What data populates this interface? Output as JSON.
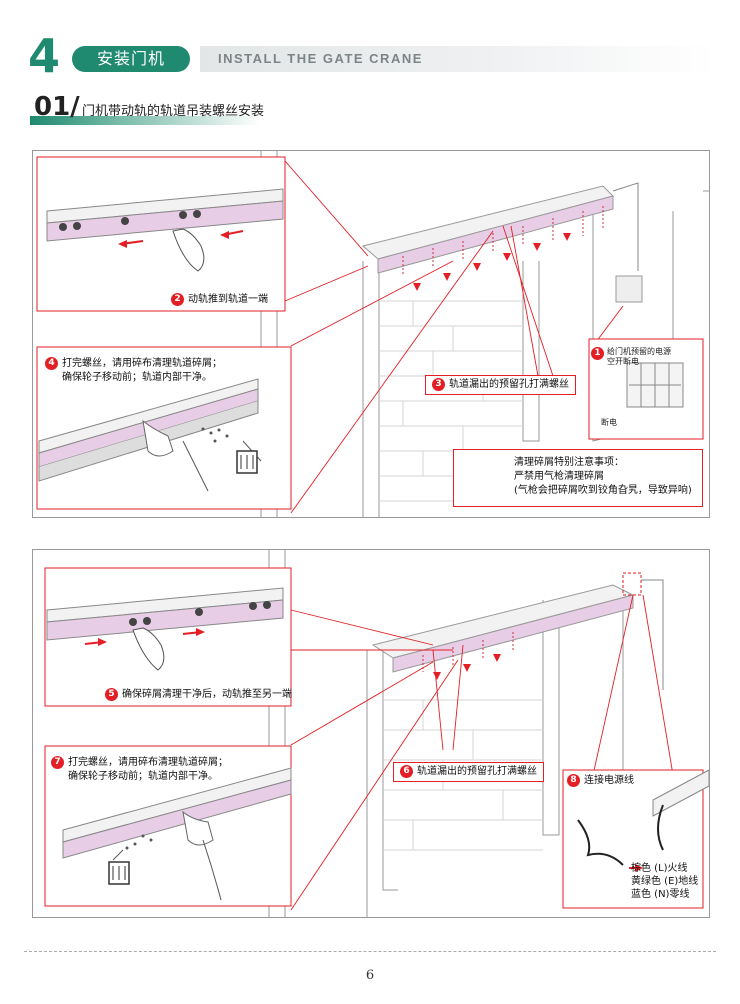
{
  "header": {
    "section_number": "4",
    "section_title_cn": "安装门机",
    "section_title_en": "INSTALL THE GATE CRANE"
  },
  "subheading": {
    "number": "01/",
    "title": "门机带动轨的轨道吊装螺丝安装"
  },
  "panel_top": {
    "step2": {
      "num": "2",
      "text": "动轨推到轨道一端"
    },
    "step4": {
      "num": "4",
      "line1": "打完螺丝，请用碎布清理轨道碎屑；",
      "line2": "确保轮子移动前；轨道内部干净。"
    },
    "step3": {
      "num": "3",
      "text": "轨道漏出的预留孔打满螺丝"
    },
    "step1": {
      "num": "1",
      "line1": "给门机预留的电源",
      "line2": "空开断电",
      "breaker_label": "断电"
    },
    "warning": {
      "line1": "清理碎屑特别注意事项：",
      "line2": "严禁用气枪清理碎屑",
      "line3": "(气枪会把碎屑吹到铰角旮旯，导致异响)"
    }
  },
  "panel_bottom": {
    "step5": {
      "num": "5",
      "text": "确保碎屑清理干净后，动轨推至另一端"
    },
    "step7": {
      "num": "7",
      "line1": "打完螺丝，请用碎布清理轨道碎屑；",
      "line2": "确保轮子移动前；轨道内部干净。"
    },
    "step6": {
      "num": "6",
      "text": "轨道漏出的预留孔打满螺丝"
    },
    "step8": {
      "num": "8",
      "text": "连接电源线",
      "wire_brown": "棕色 (L)火线",
      "wire_yellow_green": "黄绿色 (E)地线",
      "wire_blue": "蓝色 (N)零线"
    }
  },
  "footer": {
    "page_number": "6"
  },
  "colors": {
    "accent": "#1f8a6f",
    "callout_red": "#e31e24",
    "rail_purple": "#e8cde6"
  }
}
